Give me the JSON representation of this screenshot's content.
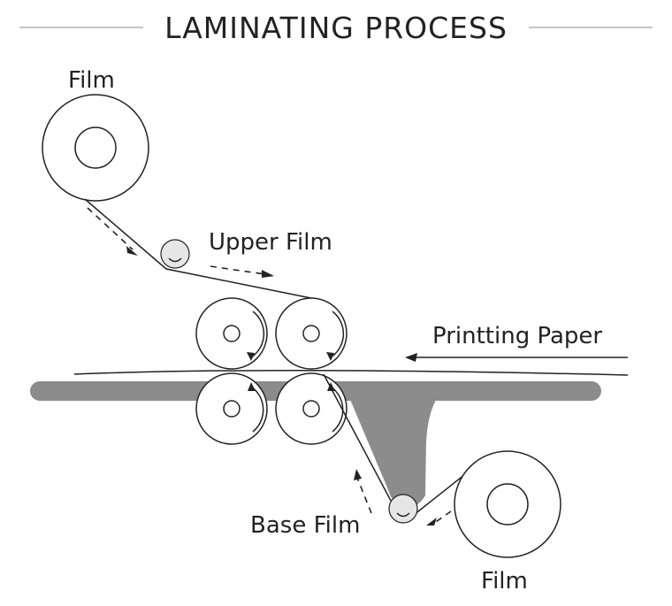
{
  "title": "LAMINATING PROCESS",
  "labels": {
    "film_top": "Film",
    "upper_film": "Upper Film",
    "printing_paper": "Printting Paper",
    "base_film": "Base Film",
    "film_bottom": "Film"
  },
  "colors": {
    "line": "#222222",
    "bed": "#8c8c8c",
    "idler": "#e6e6e6",
    "divider": "#888888"
  }
}
